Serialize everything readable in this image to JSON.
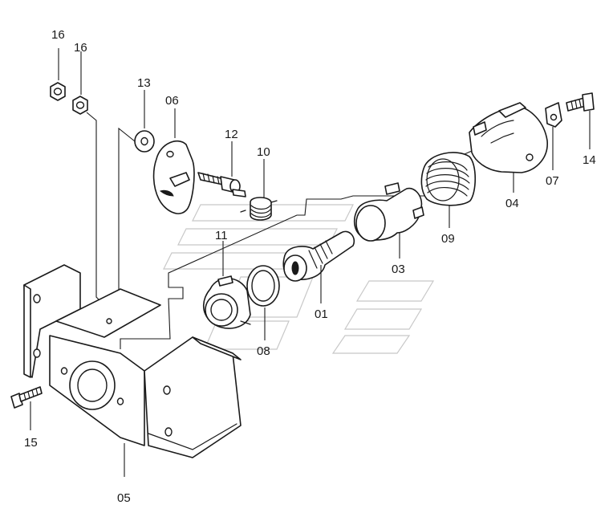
{
  "labels": {
    "p16a": "16",
    "p16b": "16",
    "p13": "13",
    "p06": "06",
    "p12": "12",
    "p10": "10",
    "p11": "11",
    "p08": "08",
    "p01": "01",
    "p03": "03",
    "p09": "09",
    "p04": "04",
    "p07": "07",
    "p14": "14",
    "p15": "15",
    "p05": "05"
  }
}
